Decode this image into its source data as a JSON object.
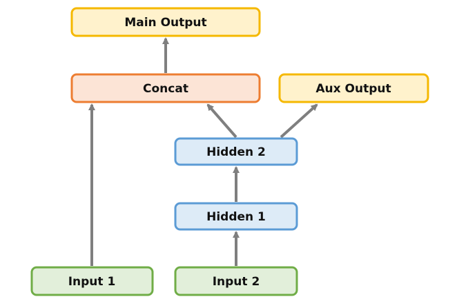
{
  "nodes": {
    "main_output": {
      "label": "Main Output",
      "fill": "#FFF2CC",
      "stroke": "#F5B800"
    },
    "concat": {
      "label": "Concat",
      "fill": "#FCE4D6",
      "stroke": "#ED7D31"
    },
    "aux_output": {
      "label": "Aux Output",
      "fill": "#FFF2CC",
      "stroke": "#F5B800"
    },
    "hidden2": {
      "label": "Hidden 2",
      "fill": "#DDEBF7",
      "stroke": "#5B9BD5"
    },
    "hidden1": {
      "label": "Hidden 1",
      "fill": "#DDEBF7",
      "stroke": "#5B9BD5"
    },
    "input1": {
      "label": "Input 1",
      "fill": "#E2EFDA",
      "stroke": "#70AD47"
    },
    "input2": {
      "label": "Input 2",
      "fill": "#E2EFDA",
      "stroke": "#70AD47"
    }
  },
  "edges": [
    {
      "from": "input1",
      "to": "concat"
    },
    {
      "from": "input2",
      "to": "hidden1"
    },
    {
      "from": "hidden1",
      "to": "hidden2"
    },
    {
      "from": "hidden2",
      "to": "concat"
    },
    {
      "from": "hidden2",
      "to": "aux_output"
    },
    {
      "from": "concat",
      "to": "main_output"
    }
  ],
  "edge_color": "#7F7F7F"
}
